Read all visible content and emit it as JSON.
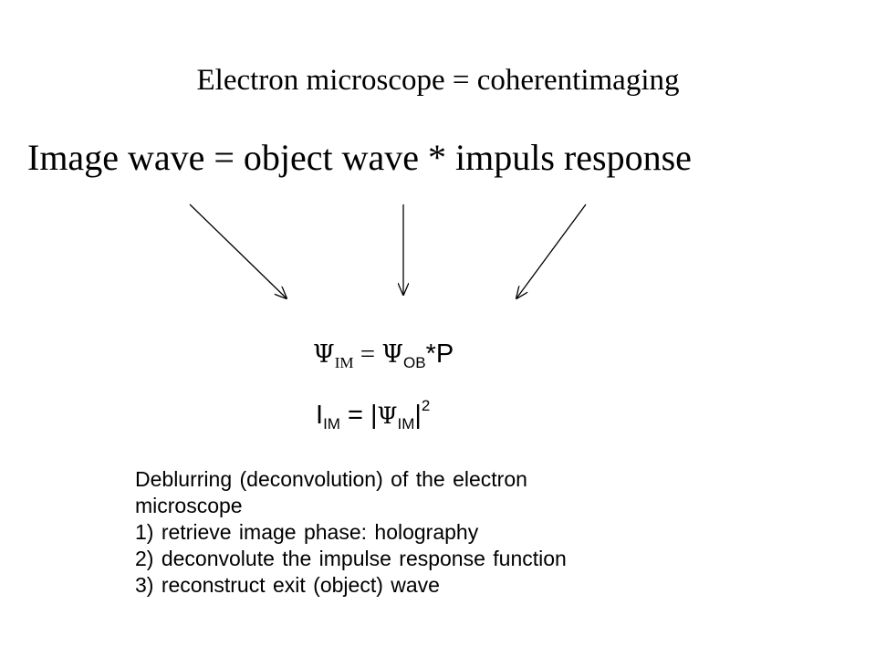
{
  "title": "Electron microscope = coherentimaging",
  "equation": "Image wave = object wave * impuls response",
  "formula_1": {
    "psi": "Ψ",
    "sub_im": "IM",
    "equals": " = ",
    "sub_ob": "OB",
    "tail": "*P"
  },
  "formula_2": {
    "i": "I",
    "sub_im": "IM",
    "eq_bar": " = |",
    "psi": "Ψ",
    "sub_im2": "IM",
    "bar": "|",
    "exp": "2"
  },
  "notes": {
    "line_1": "Deblurring (deconvolution) of the electron",
    "line_2": "microscope",
    "line_3": "1) retrieve image phase: holography",
    "line_4": "2) deconvolute the impulse response function",
    "line_5": "3) reconstruct exit (object) wave"
  },
  "arrow_color": "#000000"
}
